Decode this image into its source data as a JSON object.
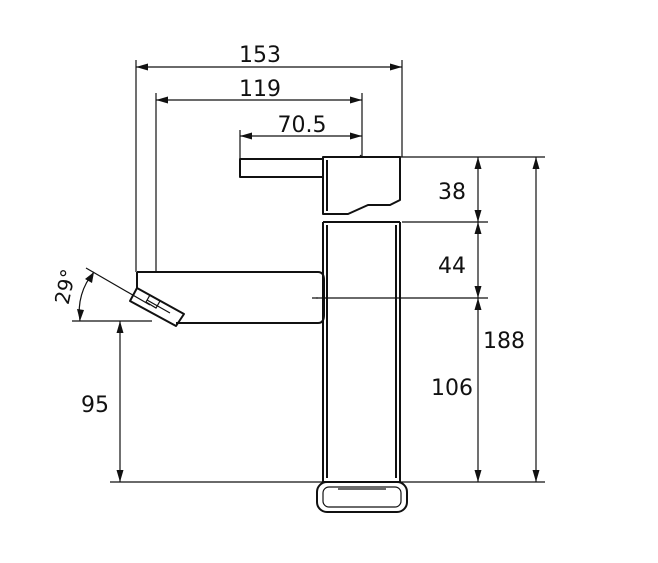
{
  "drawing": {
    "dimensions": {
      "overall_width": "153",
      "spout_reach": "119",
      "handle_reach": "70.5",
      "handle_section": "38",
      "body_section": "44",
      "spout_height": "106",
      "total_height": "188",
      "outlet_height": "95",
      "spout_angle": "29°"
    }
  }
}
